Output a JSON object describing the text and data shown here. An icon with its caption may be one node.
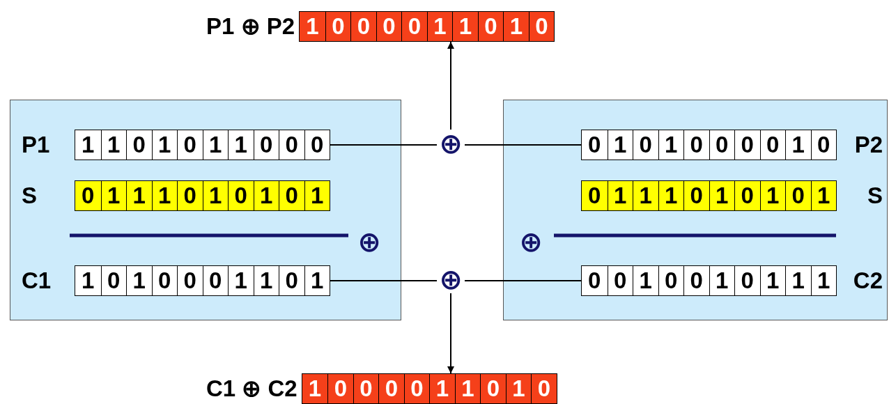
{
  "diagram": {
    "nodes": [
      {
        "text": [
          "P1 ⊕ P2",
          "1 0 0 0 0 1 1 0 1 0"
        ]
      },
      {
        "text": [],
        "shape": "box"
      },
      {
        "text": [
          "P1",
          "1 1 0 1 0 1 1 0 0 0"
        ],
        "in": 1
      },
      {
        "text": [
          "S",
          "0 1 1 1 0 1 0 1 0 1"
        ],
        "in": 1
      },
      {
        "text": [
          "C1",
          "1 0 1 0 0 0 1 1 0 1"
        ],
        "in": 1
      },
      {
        "text": [
          "⊕"
        ]
      },
      {
        "text": [
          "⊕"
        ]
      },
      {
        "text": [],
        "shape": "box"
      },
      {
        "text": [
          "0 1 0 1 0 0 0 0 1 0",
          "P2"
        ],
        "in": 7
      },
      {
        "text": [
          "0 1 1 1 0 1 0 1 0 1",
          "S"
        ],
        "in": 7
      },
      {
        "text": [
          "0 0 1 0 0 1 0 1 1 1",
          "C2"
        ],
        "in": 7
      },
      {
        "text": [
          "C1 ⊕ C2",
          "1 0 0 0 0 1 1 0 1 0"
        ]
      }
    ],
    "edges": [
      {
        "from": 2,
        "to": 5,
        "arrow": "none"
      },
      {
        "from": 8,
        "to": 5,
        "arrow": "none"
      },
      {
        "from": 5,
        "to": 0,
        "arrow": "to"
      },
      {
        "from": 4,
        "to": 6,
        "arrow": "none"
      },
      {
        "from": 10,
        "to": 6,
        "arrow": "none"
      },
      {
        "from": 6,
        "to": 11,
        "arrow": "to"
      }
    ],
    "labels": [
      "⊕",
      "⊕"
    ]
  }
}
